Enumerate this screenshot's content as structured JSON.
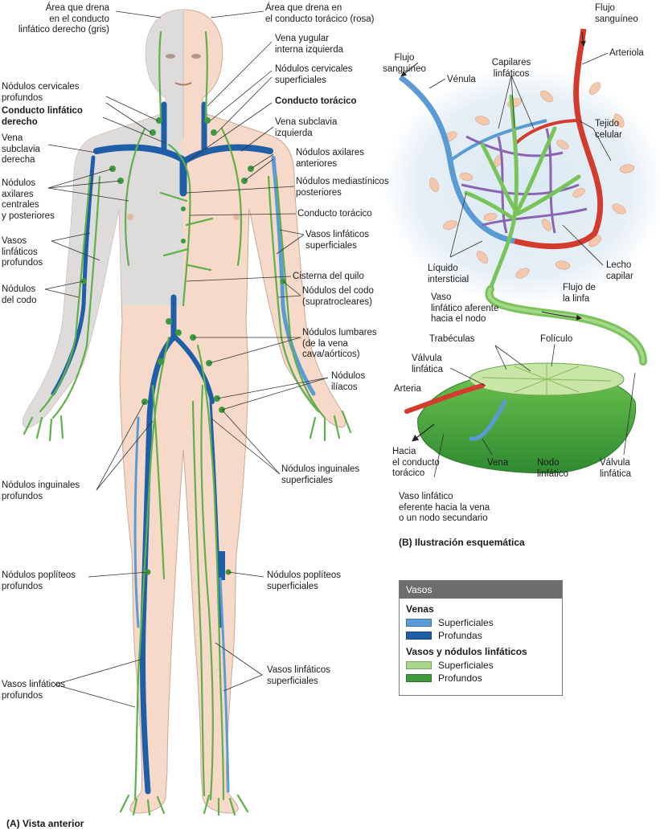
{
  "labels": {
    "area_right_duct": "Área que drena\nen el conducto\nlinfático derecho (gris)",
    "area_thoracic_duct": "Área que drena en\nel conducto torácico (rosa)",
    "left_jugular": "Vena yugular\ninterna izquierda",
    "superficial_cervical": "Nódulos cervicales\nsuperficiales",
    "deep_cervical": "Nódulos cervicales\nprofundos",
    "right_lymph_duct": "Conducto linfático\nderecho",
    "thoracic_duct_bold": "Conducto torácico",
    "right_subclavian": "Vena\nsubclavia\nderecha",
    "left_subclavian": "Vena subclavia\nizquierda",
    "anterior_axillary": "Nódulos axilares\nanteriores",
    "central_posterior_axillary": "Nódulos\naxilares\ncentrales\ny posteriores",
    "posterior_mediastinal": "Nódulos mediastínicos\nposteriores",
    "thoracic_duct": "Conducto torácico",
    "deep_lymph_vessels_arm": "Vasos\nlinfáticos\nprofundos",
    "superficial_lymph_vessels_arm": "Vasos linfáticos\nsuperficiales",
    "cisterna_chyli": "Cisterna del quilo",
    "elbow_nodes_left": "Nódulos\ndel codo",
    "elbow_nodes_right": "Nódulos del codo\n(supratrocleares)",
    "lumbar_nodes": "Nódulos lumbares\n(de la vena\ncava/aórticos)",
    "iliac_nodes": "Nódulos\nilíacos",
    "deep_inguinal": "Nódulos inguinales\nprofundos",
    "superficial_inguinal": "Nódulos inguinales\nsuperficiales",
    "deep_popliteal": "Nódulos poplíteos\nprofundos",
    "superficial_popliteal": "Nódulos poplíteos\nsuperficiales",
    "deep_lymph_vessels_leg": "Vasos linfáticos\nprofundos",
    "superficial_lymph_vessels_leg": "Vasos linfáticos\nsuperficiales",
    "blood_flow_left": "Flujo\nsanguíneo",
    "venule": "Vénula",
    "blood_flow_right": "Flujo\nsanguíneo",
    "arteriole": "Arteriola",
    "lymph_capillaries": "Capilares\nlinfáticos",
    "tissue_cell": "Tejido\ncelular",
    "interstitial_fluid": "Líquido\nintersticial",
    "capillary_bed": "Lecho\ncapilar",
    "afferent_vessel": "Vaso\nlinfático aferente\nhacia el nodo",
    "lymph_flow": "Flujo de\nla linfa",
    "trabeculae": "Trabéculas",
    "follicle": "Folículo",
    "lymph_valve_left": "Válvula\nlinfática",
    "artery": "Arteria",
    "to_thoracic_duct": "Hacia\nel conducto\ntorácico",
    "vein": "Vena",
    "lymph_node": "Nodo\nlinfático",
    "lymph_valve_right": "Válvula\nlinfática",
    "efferent_vessel": "Vaso linfático\neferente hacia la vena\no un nodo secundario"
  },
  "captions": {
    "panel_a": "(A)  Vista anterior",
    "panel_b": "(B)  Ilustración esquemática"
  },
  "legend": {
    "title": "Vasos",
    "veins_heading": "Venas",
    "vein_superficial": "Superficiales",
    "vein_deep": "Profundas",
    "lymph_heading": "Vasos y nódulos linfáticos",
    "lymph_superficial": "Superficiales",
    "lymph_deep": "Profundos"
  },
  "colors": {
    "skin_pink": "#f6d9c8",
    "drain_gray": "#dcdcdc",
    "vein_superficial": "#5b9bd5",
    "vein_deep": "#1f5fa8",
    "lymph_superficial": "#a7d88a",
    "lymph_deep": "#3f9a3f",
    "artery_red": "#d23b2e",
    "capillary_purple": "#8a63b3",
    "legend_header": "#6d6d6d"
  }
}
